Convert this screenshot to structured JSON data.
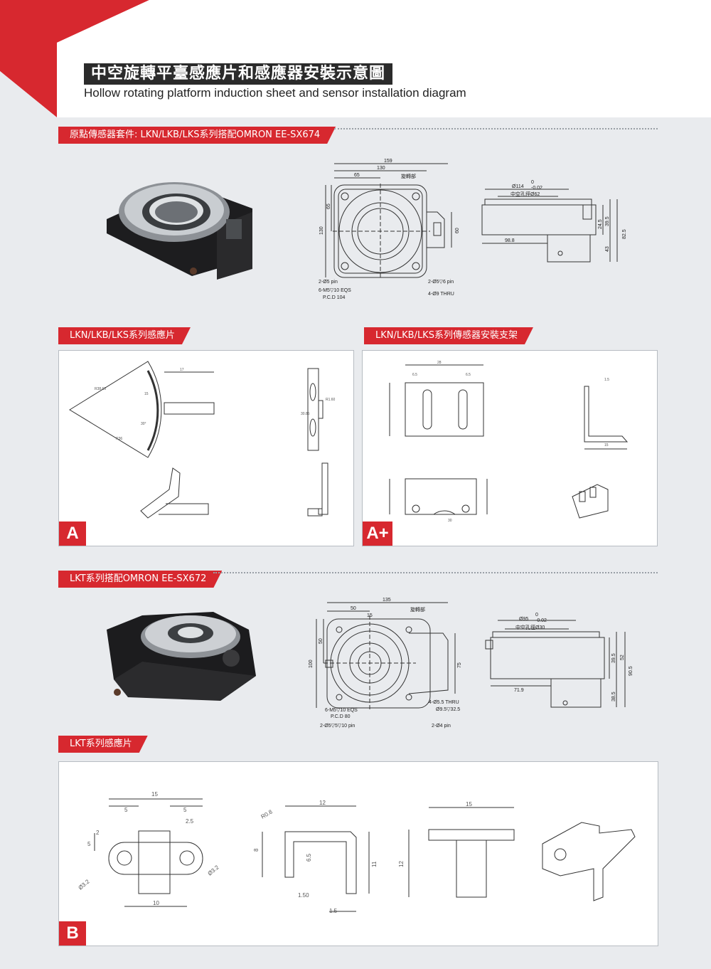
{
  "header": {
    "title_cn": "中空旋轉平臺感應片和感應器安裝示意圖",
    "title_en": "Hollow rotating platform induction sheet and sensor installation diagram"
  },
  "sections": {
    "s1": "原點傳感器套件: LKN/LKB/LKS系列搭配OMRON EE-SX674",
    "s2a": "LKN/LKB/LKS系列感應片",
    "s2b": "LKN/LKB/LKS系列傳感器安裝支架",
    "s3": "LKT系列搭配OMRON EE-SX672",
    "s4": "LKT系列感應片"
  },
  "badges": {
    "a": "A",
    "aplus": "A+",
    "b": "B"
  },
  "drawing1": {
    "dim_159": "159",
    "dim_130": "130",
    "dim_65": "65",
    "label_rot": "旋轉部",
    "dim_65v": "65",
    "dim_130v": "130",
    "dim_60": "60",
    "note_pin": "2-Ø5 pin",
    "note_m5": "6-M5▽10 EQS",
    "note_pcd": "P.C.D 104",
    "note_pin6": "2-Ø5▽6 pin",
    "note_thru": "4-Ø9 THRU"
  },
  "drawing1_side": {
    "dia": "Ø114",
    "tol_top": "0",
    "tol_bot": "-0.02",
    "hole": "中空孔徑Ø62",
    "dim_98": "98.8",
    "dim_24": "24.5",
    "dim_39": "39.5",
    "dim_82": "82.5",
    "dim_43": "43"
  },
  "drawing3": {
    "dim_135": "135",
    "dim_50": "50",
    "dim_15": "15",
    "label_rot": "旋轉部",
    "dim_100": "100",
    "dim_50v": "50",
    "dim_75": "75",
    "note_m5": "6-M5▽10 EQS",
    "note_pcd": "P.C.D 80",
    "note_pin": "2-Ø5▽5▽10 pin",
    "note_thru": "4-Ø5.5 THRU",
    "note_cb": "Ø9.5▽32.5",
    "note_pin4": "2-Ø4 pin"
  },
  "drawing3_side": {
    "dia": "Ø95",
    "tol_top": "0",
    "tol_bot": "-0.02",
    "hole": "中空孔徑Ø30",
    "dim_71": "71.9",
    "dim_39": "39.5",
    "dim_52": "52",
    "dim_90": "90.5",
    "dim_38": "38.5"
  },
  "drawingB": {
    "d15": "15",
    "d5a": "5",
    "d5b": "5",
    "d10": "10",
    "d2": "2",
    "d5v": "5",
    "d25": "2.5",
    "dia32a": "Ø3.2",
    "dia32b": "Ø3.2",
    "d12": "12",
    "r08": "R0.8",
    "d8": "8",
    "d65": "6.5",
    "d11": "11",
    "d150": "1.50",
    "d15b": "1.5",
    "d15c": "15",
    "d12v": "12"
  }
}
